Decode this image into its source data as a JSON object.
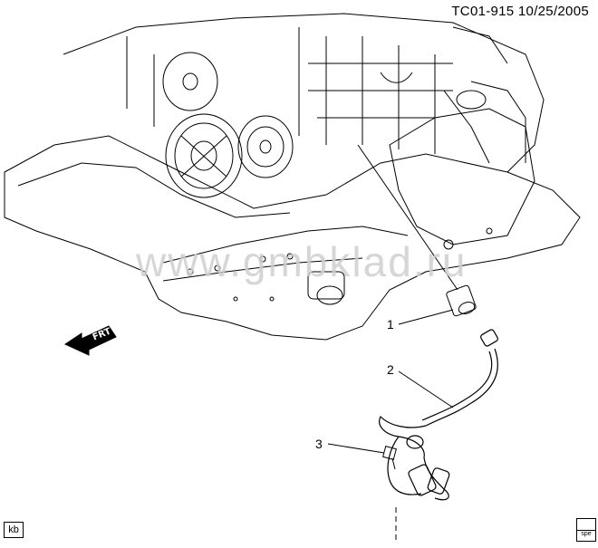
{
  "header": {
    "doc_id": "TC01-915 10/25/2005"
  },
  "watermark": "www.gmbklad.ru",
  "callouts": [
    {
      "label": "1"
    },
    {
      "label": "2"
    },
    {
      "label": "3"
    }
  ],
  "front_arrow": {
    "label": "FRT"
  },
  "footer": {
    "left_tag": "kb",
    "right_tag": "spe"
  }
}
